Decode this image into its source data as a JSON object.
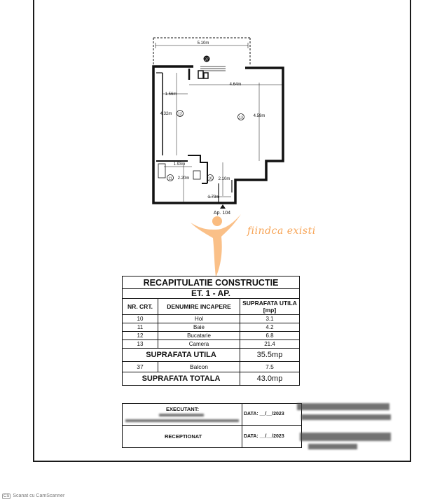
{
  "plan": {
    "dims": {
      "width_total": "5.10m",
      "inner_width": "4.64m",
      "left_width": "1.56m",
      "left_height": "4.32m",
      "right_height": "4.59m",
      "bath_width": "1.93m",
      "bath_height": "2.20m",
      "hall_height": "2.10m",
      "hall_width": "1.73m"
    },
    "room_numbers": {
      "balcony": "37",
      "kitchen": "12",
      "room": "13",
      "bath": "11",
      "hall": "10"
    },
    "apartment_label": "Ap. 104"
  },
  "logo": {
    "text": "fiindca existi"
  },
  "recap": {
    "title": "RECAPITULATIE CONSTRUCTIE",
    "subtitle": "ET. 1 - AP.",
    "headers": [
      "NR. CRT.",
      "DENUMIRE INCAPERE",
      "SUPRAFATA UTILA [mp]"
    ],
    "items": [
      {
        "nr": "10",
        "name": "Hol",
        "area": "3.1"
      },
      {
        "nr": "11",
        "name": "Baie",
        "area": "4.2"
      },
      {
        "nr": "12",
        "name": "Bucatarie",
        "area": "6.8"
      },
      {
        "nr": "13",
        "name": "Camera",
        "area": "21.4"
      }
    ],
    "useful_label": "SUPRAFATA UTILA",
    "useful_value": "35.5mp",
    "balcony": {
      "nr": "37",
      "name": "Balcon",
      "area": "7.5"
    },
    "total_label": "SUPRAFATA TOTALA",
    "total_value": "43.0mp"
  },
  "signature": {
    "executant_label": "EXECUTANT:",
    "reception_label": "RECEPTIONAT",
    "date_1": "DATA: __/__/2023",
    "date_2": "DATA: __/__/2023"
  },
  "scanner": {
    "badge": "CS",
    "text": "Scanat cu CamScanner"
  },
  "colors": {
    "logo_orange": "#f7a354",
    "ink": "#111111"
  }
}
